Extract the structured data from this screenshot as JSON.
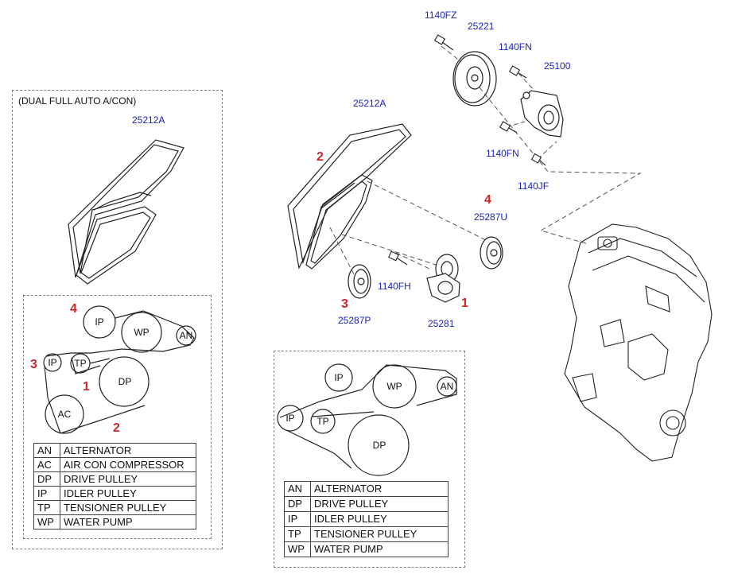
{
  "header_banner": "",
  "left_panel": {
    "note": "(DUAL FULL AUTO A/CON)",
    "belt_part": "25212A",
    "pulleys": {
      "ip": "IP",
      "wp": "WP",
      "an": "AN",
      "ip2": "IP",
      "tp": "TP",
      "dp": "DP",
      "ac": "AC"
    },
    "callouts": {
      "c4": "4",
      "c3": "3",
      "c1": "1",
      "c2": "2"
    },
    "legend": [
      {
        "code": "AN",
        "name": "ALTERNATOR"
      },
      {
        "code": "AC",
        "name": "AIR CON COMPRESSOR"
      },
      {
        "code": "DP",
        "name": "DRIVE PULLEY"
      },
      {
        "code": "IP",
        "name": "IDLER PULLEY"
      },
      {
        "code": "TP",
        "name": "TENSIONER PULLEY"
      },
      {
        "code": "WP",
        "name": "WATER PUMP"
      }
    ]
  },
  "center_panel": {
    "pulleys": {
      "ip": "IP",
      "wp": "WP",
      "an": "AN",
      "ip2": "IP",
      "tp": "TP",
      "dp": "DP"
    },
    "legend": [
      {
        "code": "AN",
        "name": "ALTERNATOR"
      },
      {
        "code": "DP",
        "name": "DRIVE PULLEY"
      },
      {
        "code": "IP",
        "name": "IDLER PULLEY"
      },
      {
        "code": "TP",
        "name": "TENSIONER PULLEY"
      },
      {
        "code": "WP",
        "name": "WATER PUMP"
      }
    ]
  },
  "parts": {
    "p1140fz": "1140FZ",
    "p25221": "25221",
    "p1140fn_a": "1140FN",
    "p25100": "25100",
    "p1140fn_b": "1140FN",
    "p1140jf": "1140JF",
    "p25212a": "25212A",
    "p25287u": "25287U",
    "p1140fh": "1140FH",
    "p25287p": "25287P",
    "p25281": "25281"
  },
  "callouts": {
    "c2": "2",
    "c4": "4",
    "c3": "3",
    "c1": "1"
  },
  "colors": {
    "part_number": "#1b22b8",
    "callout": "#d42424",
    "line": "#222222",
    "frame": "#808080"
  }
}
